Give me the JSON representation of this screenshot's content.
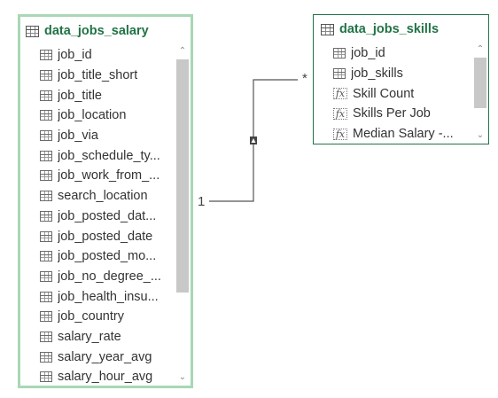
{
  "tables": {
    "salary": {
      "title": "data_jobs_salary",
      "fields": [
        {
          "label": "job_id",
          "icon": "table-column-icon"
        },
        {
          "label": "job_title_short",
          "icon": "table-column-icon"
        },
        {
          "label": "job_title",
          "icon": "table-column-icon"
        },
        {
          "label": "job_location",
          "icon": "table-column-icon"
        },
        {
          "label": "job_via",
          "icon": "table-column-icon"
        },
        {
          "label": "job_schedule_ty...",
          "icon": "table-column-icon"
        },
        {
          "label": "job_work_from_...",
          "icon": "table-column-icon"
        },
        {
          "label": "search_location",
          "icon": "table-column-icon"
        },
        {
          "label": "job_posted_dat...",
          "icon": "table-column-icon"
        },
        {
          "label": "job_posted_date",
          "icon": "table-column-icon"
        },
        {
          "label": "job_posted_mo...",
          "icon": "table-column-icon"
        },
        {
          "label": "job_no_degree_...",
          "icon": "table-column-icon"
        },
        {
          "label": "job_health_insu...",
          "icon": "table-column-icon"
        },
        {
          "label": "job_country",
          "icon": "table-column-icon"
        },
        {
          "label": "salary_rate",
          "icon": "table-column-icon"
        },
        {
          "label": "salary_year_avg",
          "icon": "table-column-icon"
        },
        {
          "label": "salary_hour_avg",
          "icon": "table-column-icon"
        }
      ]
    },
    "skills": {
      "title": "data_jobs_skills",
      "fields": [
        {
          "label": "job_id",
          "icon": "table-column-icon"
        },
        {
          "label": "job_skills",
          "icon": "table-column-icon"
        },
        {
          "label": "Skill Count",
          "icon": "measure-fx-icon"
        },
        {
          "label": "Skills Per Job",
          "icon": "measure-fx-icon"
        },
        {
          "label": "Median Salary -...",
          "icon": "measure-fx-icon"
        }
      ]
    }
  },
  "relationship": {
    "one_label": "1",
    "many_label": "*"
  },
  "colors": {
    "accent": "#217346",
    "selected_border": "#a8d8b4"
  }
}
